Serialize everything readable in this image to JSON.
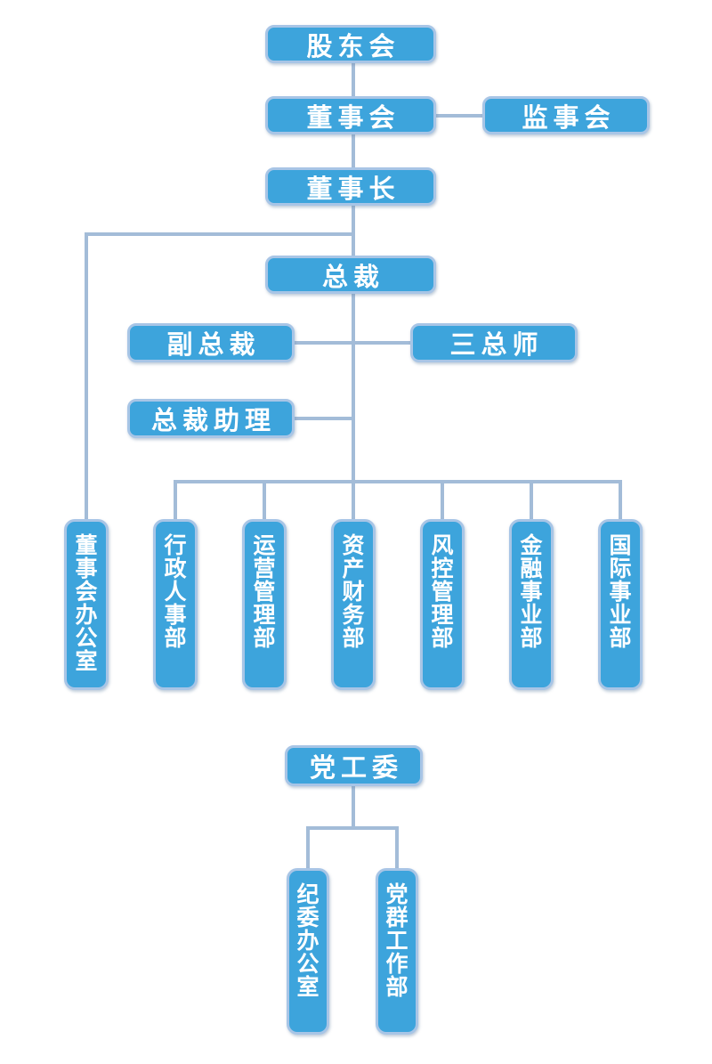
{
  "diagram": {
    "type": "org-chart",
    "language": "zh-CN"
  },
  "colors": {
    "node_fill": "#3DA4DC",
    "node_border": "#A8C5E6",
    "connector": "#A3BCD8",
    "node_text": "#FFFFFF"
  },
  "nodes": {
    "shareholders": "股东会",
    "board": "董事会",
    "supervisory": "监事会",
    "chairman": "董事长",
    "president": "总裁",
    "vice_president": "副总裁",
    "three_chiefs": "三总师",
    "president_assistant": "总裁助理",
    "board_office": "董事会办公室",
    "admin_hr": "行政人事部",
    "operations": "运营管理部",
    "asset_finance": "资产财务部",
    "risk_control": "风控管理部",
    "financial_business": "金融事业部",
    "international_business": "国际事业部",
    "party_committee": "党工委",
    "discipline_office": "纪委办公室",
    "party_mass_work": "党群工作部"
  }
}
